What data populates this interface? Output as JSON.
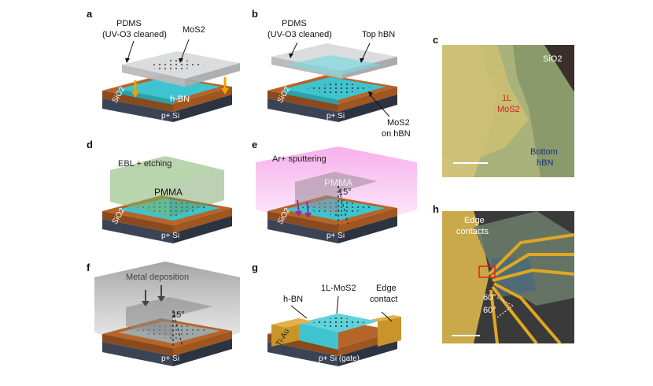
{
  "panels": {
    "a": {
      "letter": "a",
      "pdms": "PDMS",
      "pdms_note": "(UV-O3 cleaned)",
      "material": "MoS2",
      "hbn": "h-BN",
      "sio2": "SiO2",
      "si": "p+ Si"
    },
    "b": {
      "letter": "b",
      "pdms": "PDMS",
      "pdms_note": "(UV-O3 cleaned)",
      "top": "Top hBN",
      "sio2": "SiO2",
      "si": "p+ Si",
      "mos2_on": "MoS2",
      "mos2_on2": "on hBN"
    },
    "c": {
      "letter": "c",
      "sio2": "SiO2",
      "mono": "1L",
      "mos2": "MoS2",
      "bottom": "Bottom",
      "hbn": "hBN"
    },
    "d": {
      "letter": "d",
      "process": "EBL + etching",
      "resist": "PMMA",
      "sio2": "SiO2",
      "si": "p+ Si"
    },
    "e": {
      "letter": "e",
      "process": "Ar+ sputtering",
      "resist": "PMMA",
      "angle": "15°",
      "sio2": "SiO2",
      "si": "p+ Si"
    },
    "f": {
      "letter": "f",
      "process": "Metal deposition",
      "angle": "15°",
      "si": "p+ Si"
    },
    "g": {
      "letter": "g",
      "hbn": "h-BN",
      "mos2": "1L-MoS2",
      "edge": "Edge",
      "edge2": "contact",
      "metal": "Ti-Au",
      "si": "p+ Si (gate)"
    },
    "h": {
      "letter": "h",
      "edge": "Edge",
      "edge2": "contacts",
      "angle1": "60°",
      "angle2": "60°"
    }
  },
  "colors": {
    "sio2": "#b5652a",
    "si": "#3b4454",
    "hbn": "#3fc4cf",
    "pdms": "#d4d6d8",
    "pmma_green": "#7fb36a",
    "sputter": "#f08ee0",
    "gold": "#e2a631",
    "text_red": "#cc2222",
    "text_blue": "#1a2f7a"
  }
}
